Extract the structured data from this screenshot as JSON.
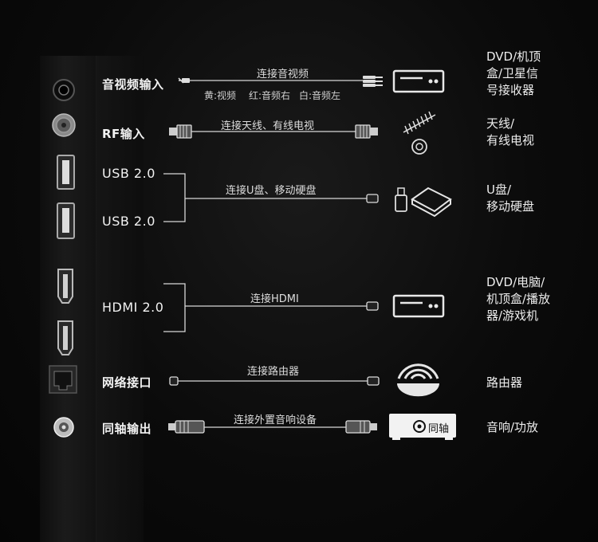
{
  "rows": {
    "av": {
      "port": "音视频输入",
      "cable": "连接音视频",
      "sub": [
        "黄:视频",
        "红:音频右",
        "白:音频左"
      ],
      "device": [
        "DVD/机顶",
        "盒/卫星信",
        "号接收器"
      ]
    },
    "rf": {
      "port": "RF输入",
      "cable": "连接天线、有线电视",
      "device": [
        "天线/",
        "有线电视"
      ]
    },
    "usb": {
      "port1": "USB 2.0",
      "port2": "USB 2.0",
      "cable": "连接U盘、移动硬盘",
      "device": [
        "U盘/",
        "移动硬盘"
      ]
    },
    "hdmi": {
      "port": "HDMI 2.0",
      "cable": "连接HDMI",
      "device": [
        "DVD/电脑/",
        "机顶盒/播放",
        "器/游戏机"
      ]
    },
    "lan": {
      "port": "网络接口",
      "cable": "连接路由器",
      "device": [
        "路由器"
      ]
    },
    "coax": {
      "port": "同轴输出",
      "cable": "连接外置音响设备",
      "box_label": "同轴",
      "device": [
        "音响/功放"
      ]
    }
  },
  "colors": {
    "background": "#0b0b0b",
    "text": "#f2f2f2",
    "line": "#d8d8d8"
  }
}
